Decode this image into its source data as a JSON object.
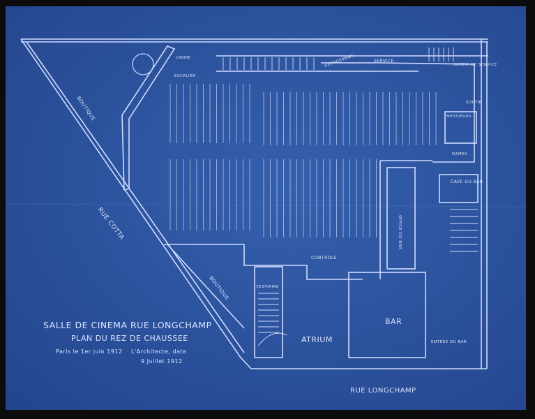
{
  "title": {
    "line1": "SALLE DE CINEMA RUE LONGCHAMP",
    "line2": "PLAN DU REZ DE CHAUSSEE",
    "signature_left": "Paris le 1er juin 1912",
    "signature_right": "L'Architecte, date",
    "date": "9 Juillet 1912"
  },
  "rooms": {
    "atrium": "ATRIUM",
    "bar": "BAR",
    "cave_bar": "CAVE DU BAR",
    "boutique_1": "BOUTIQUE",
    "boutique_2": "BOUTIQUE",
    "vestiaire": "VESTIAIRE",
    "controle": "CONTROLE",
    "office": "OFFICE DU BAR",
    "service": "SERVICE",
    "sortie_service": "SORTIE DE SERVICE",
    "sortie": "SORTIE",
    "messieurs": "MESSIEURS",
    "dames": "DAMES",
    "entree_bar": "ENTREE DU BAR",
    "degagement": "DEGAGEMENT",
    "escalier": "ESCALIER",
    "projection": "CABINE"
  },
  "streets": {
    "cotta": "RUE COTTA",
    "longchamp": "RUE LONGCHAMP"
  },
  "colors": {
    "paper": "#2f55a3",
    "paper_dark": "#24468e",
    "ink": "#d2ddff",
    "frame": "#0c0c0c"
  }
}
